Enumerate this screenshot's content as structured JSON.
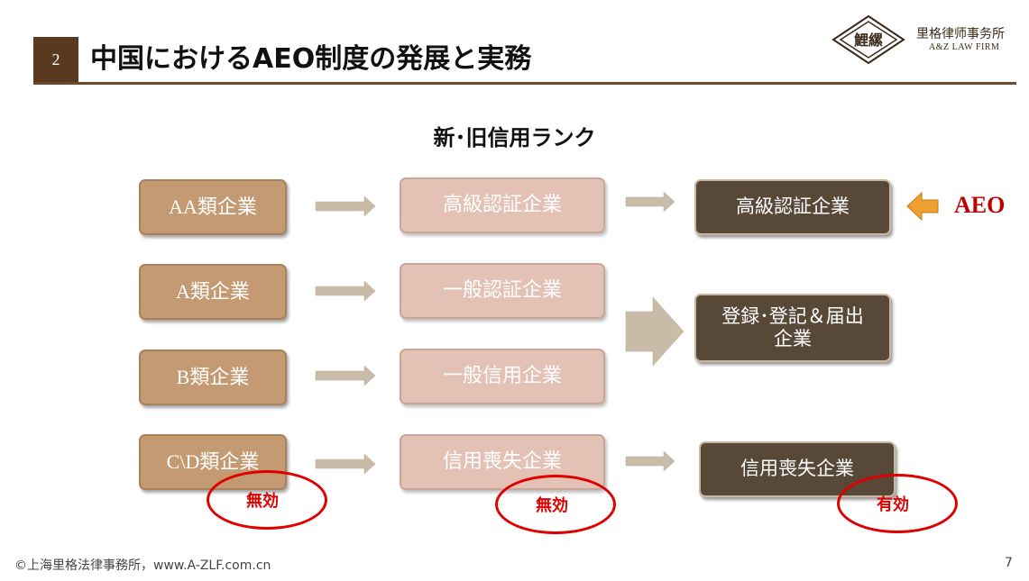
{
  "header": {
    "section_number": "2",
    "title": "中国におけるAEO制度の発展と実務",
    "logo_mark": "鯉縲",
    "firm_name_cn": "里格律师事务所",
    "firm_name_en": "A&Z LAW FIRM"
  },
  "diagram": {
    "subtitle": "新･旧信用ランク",
    "old_ranks": [
      "AA類企業",
      "A類企業",
      "B類企業",
      "C\\D類企業"
    ],
    "mid_ranks": [
      "高級認証企業",
      "一般認証企業",
      "一般信用企業",
      "信用喪失企業"
    ],
    "new_ranks": [
      "高級認証企業",
      "登録･登記＆届出企業",
      "信用喪失企業"
    ],
    "aeo_label": "AEO",
    "status_marks": [
      "無効",
      "無効",
      "有効"
    ]
  },
  "footer": {
    "copyright": "©上海里格法律事務所，www.A-ZLF.com.cn",
    "page_number": "7"
  },
  "colors": {
    "old_box": "#c49a72",
    "mid_box": "#e3c2b5",
    "new_box": "#584838",
    "arrow": "#c8bca8",
    "aeo_arrow": "#f0a030",
    "emphasis": "#e00000"
  }
}
